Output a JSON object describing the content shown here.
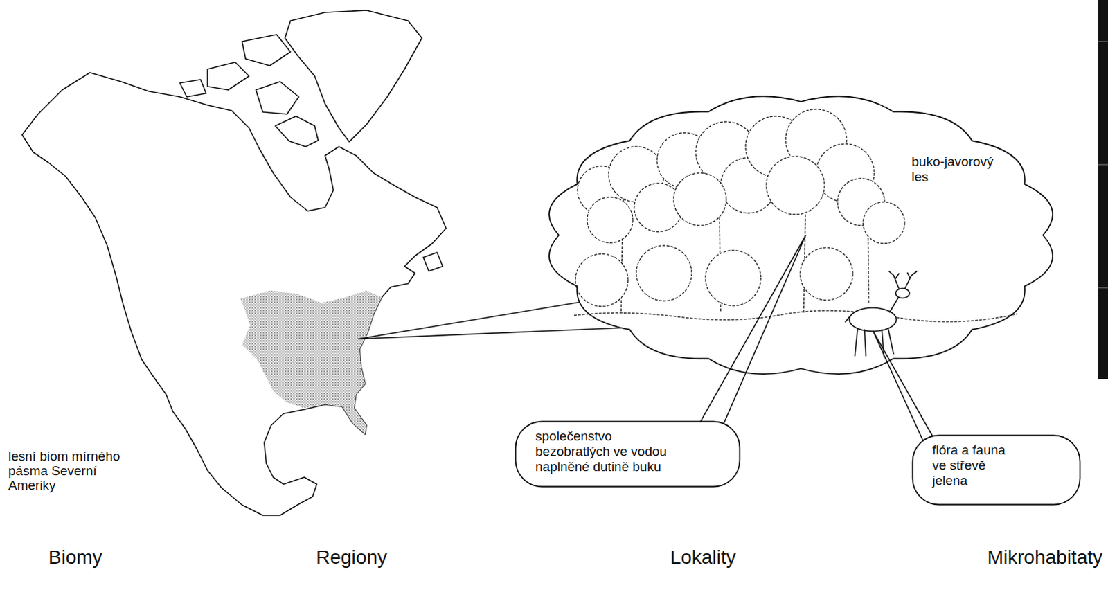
{
  "diagram": {
    "nodes": [
      {
        "text": [
          "buko-javorový les"
        ]
      },
      {
        "text": [
          "společenstvo bezobratlých ve vodou naplněné dutině buku"
        ]
      },
      {
        "text": [
          "flóra a fauna ve střevě jelena"
        ]
      }
    ],
    "labels": [
      "lesní biom mírného pásma Severní Ameriky",
      "Biomy",
      "Regiony",
      "Lokality",
      "Mikrohabitaty"
    ]
  }
}
